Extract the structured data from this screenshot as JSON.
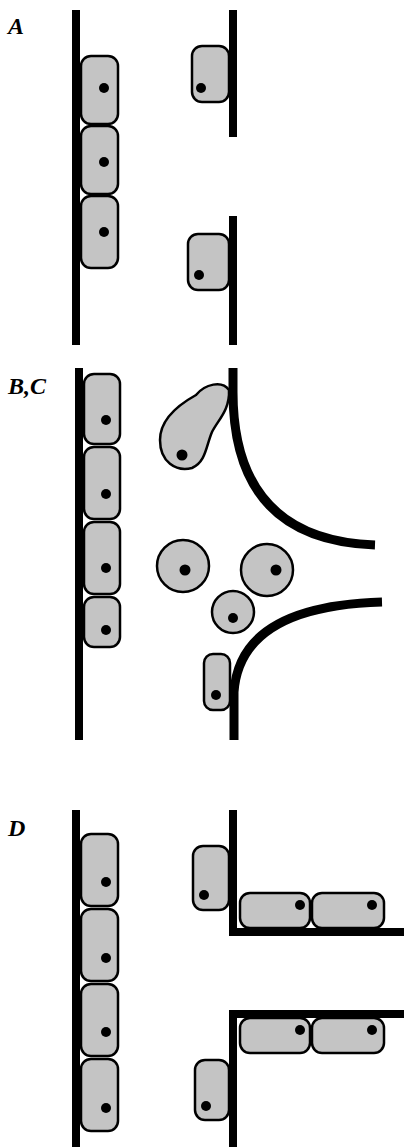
{
  "diagram": {
    "labels": [
      "A",
      "B,C",
      "D"
    ]
  }
}
